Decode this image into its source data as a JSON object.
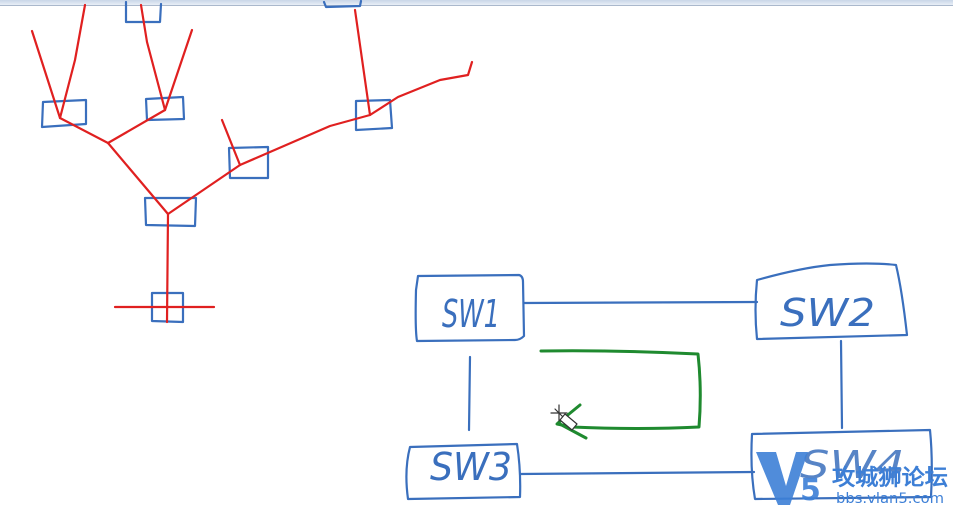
{
  "colors": {
    "blue_ink": "#3a6fbd",
    "red_ink": "#e02020",
    "green_ink": "#1f8a2f",
    "watermark": "#3d7fd6"
  },
  "switches": {
    "sw1": {
      "label": "SW1"
    },
    "sw2": {
      "label": "SW2"
    },
    "sw3": {
      "label": "SW3"
    },
    "sw4": {
      "label": "SW4"
    }
  },
  "watermark": {
    "logo": "V5",
    "title": "攻城狮论坛",
    "url": "bbs.vlan5.com"
  },
  "cursor": {
    "icon": "eraser-cursor-icon"
  }
}
